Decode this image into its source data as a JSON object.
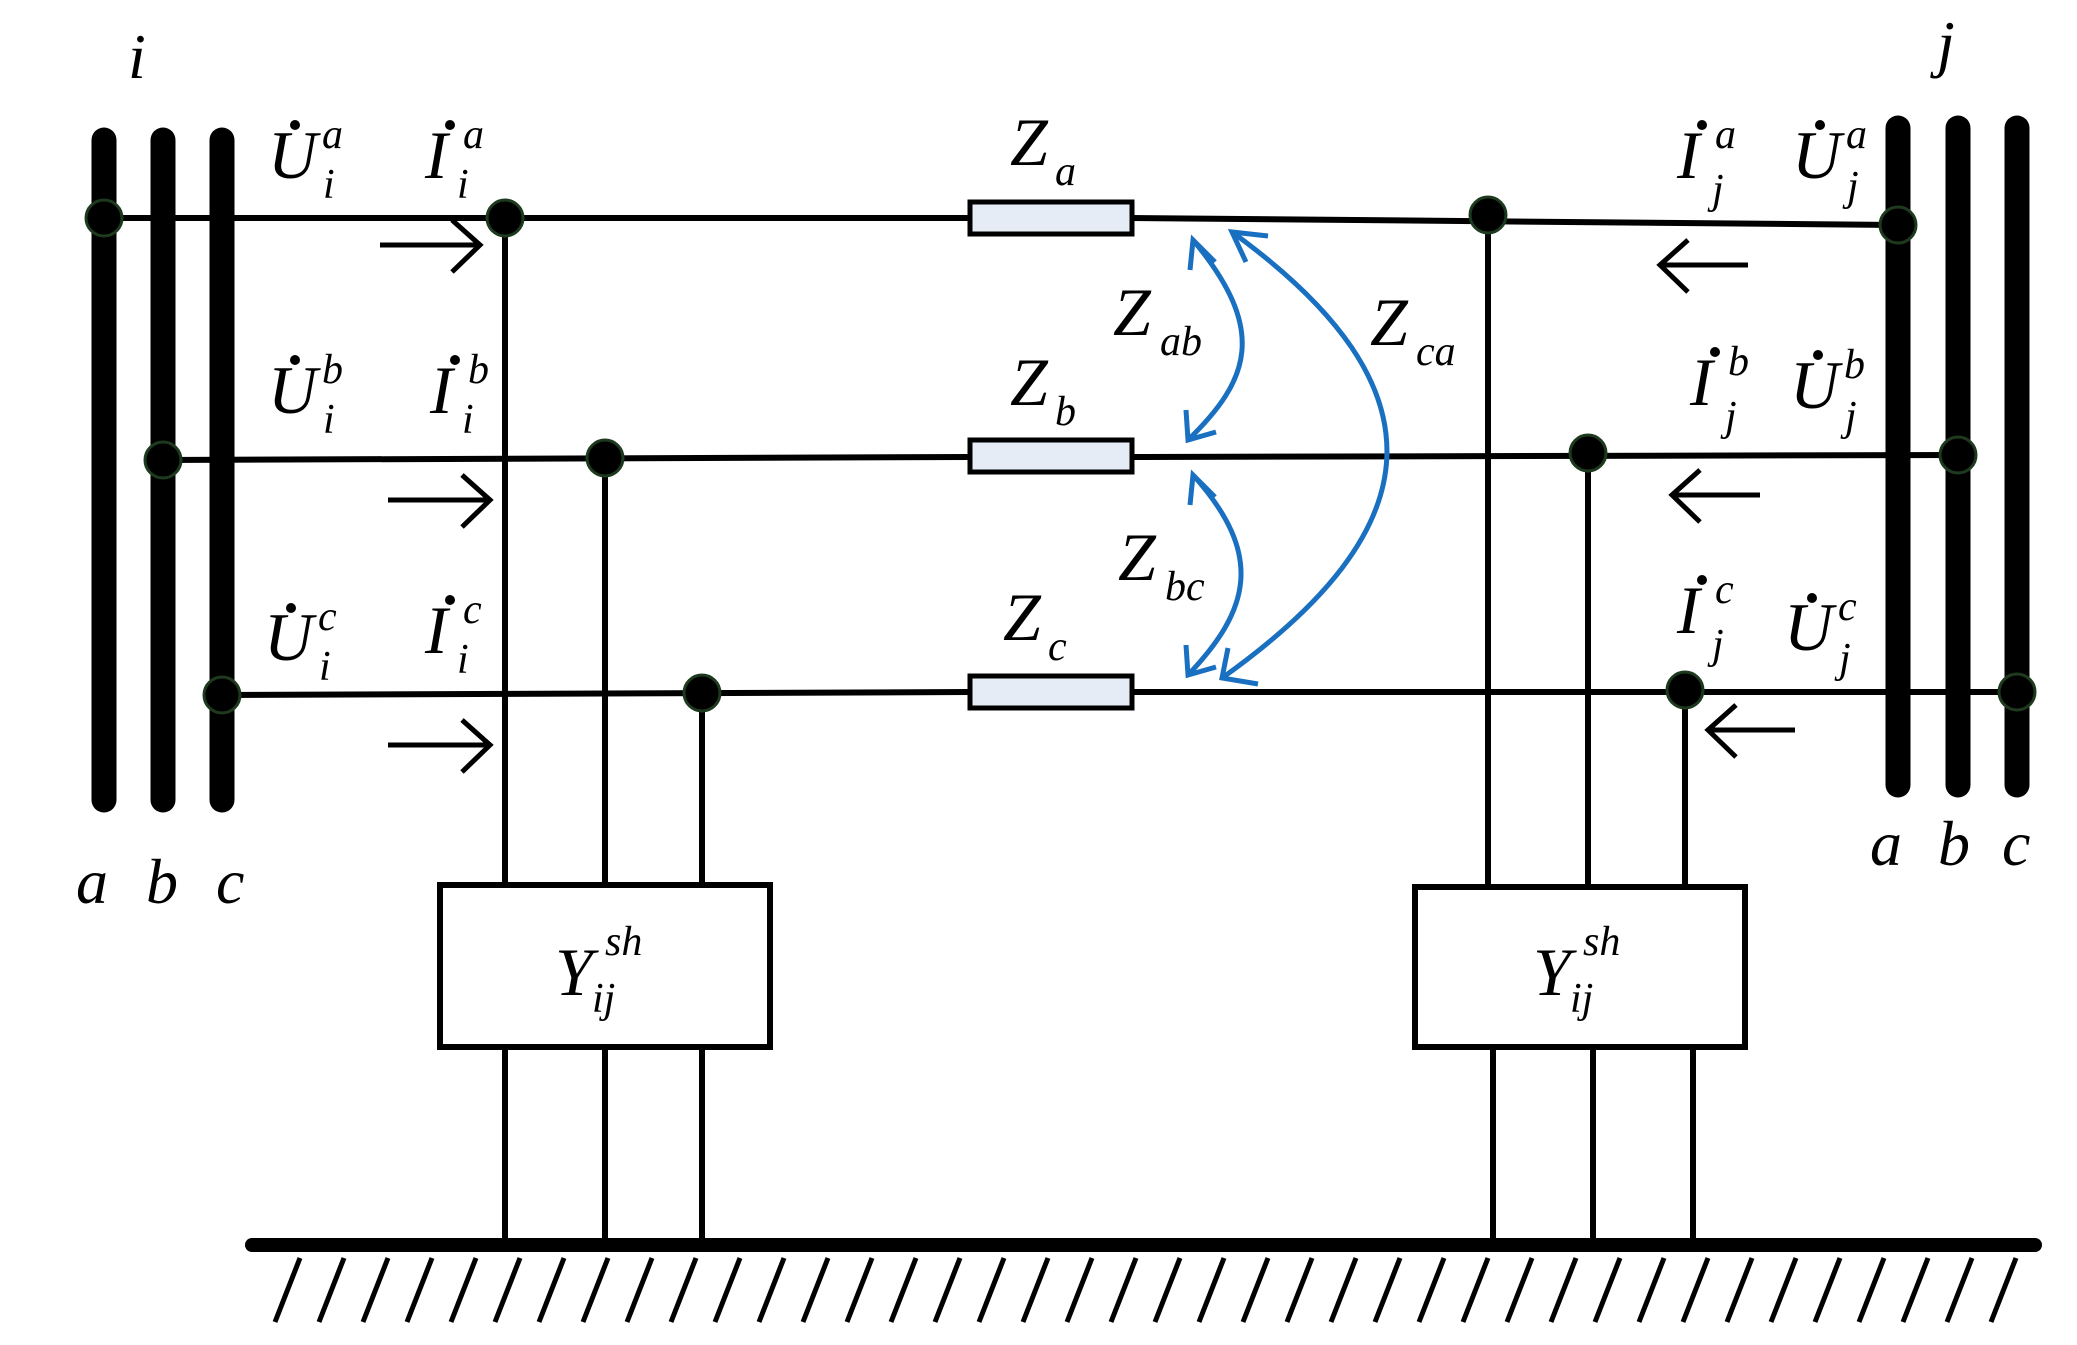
{
  "diagram": {
    "bus_i": "i",
    "bus_j": "j",
    "phases_i": [
      "a",
      "b",
      "c"
    ],
    "phases_j": [
      "a",
      "b",
      "c"
    ],
    "voltages_i": [
      {
        "sym": "U",
        "sup": "a",
        "sub": "i"
      },
      {
        "sym": "U",
        "sup": "b",
        "sub": "i"
      },
      {
        "sym": "U",
        "sup": "c",
        "sub": "i"
      }
    ],
    "currents_i": [
      {
        "sym": "I",
        "sup": "a",
        "sub": "i"
      },
      {
        "sym": "I",
        "sup": "b",
        "sub": "i"
      },
      {
        "sym": "I",
        "sup": "c",
        "sub": "i"
      }
    ],
    "voltages_j": [
      {
        "sym": "U",
        "sup": "a",
        "sub": "j"
      },
      {
        "sym": "U",
        "sup": "b",
        "sub": "j"
      },
      {
        "sym": "U",
        "sup": "c",
        "sub": "j"
      }
    ],
    "currents_j": [
      {
        "sym": "I",
        "sup": "a",
        "sub": "j"
      },
      {
        "sym": "I",
        "sup": "b",
        "sub": "j"
      },
      {
        "sym": "I",
        "sup": "c",
        "sub": "j"
      }
    ],
    "series_impedances": [
      {
        "sym": "Z",
        "sub": "a"
      },
      {
        "sym": "Z",
        "sub": "b"
      },
      {
        "sym": "Z",
        "sub": "c"
      }
    ],
    "mutual_impedances": [
      {
        "sym": "Z",
        "sub": "ab"
      },
      {
        "sym": "Z",
        "sub": "bc"
      },
      {
        "sym": "Z",
        "sub": "ca"
      }
    ],
    "shunt_left": {
      "sym": "Y",
      "sup": "sh",
      "sub": "ij"
    },
    "shunt_right": {
      "sym": "Y",
      "sup": "sh",
      "sub": "ij"
    },
    "colors": {
      "wire": "#000000",
      "mutual_arrows": "#1a70c0",
      "impedance_fill": "#e6ecf6"
    }
  }
}
